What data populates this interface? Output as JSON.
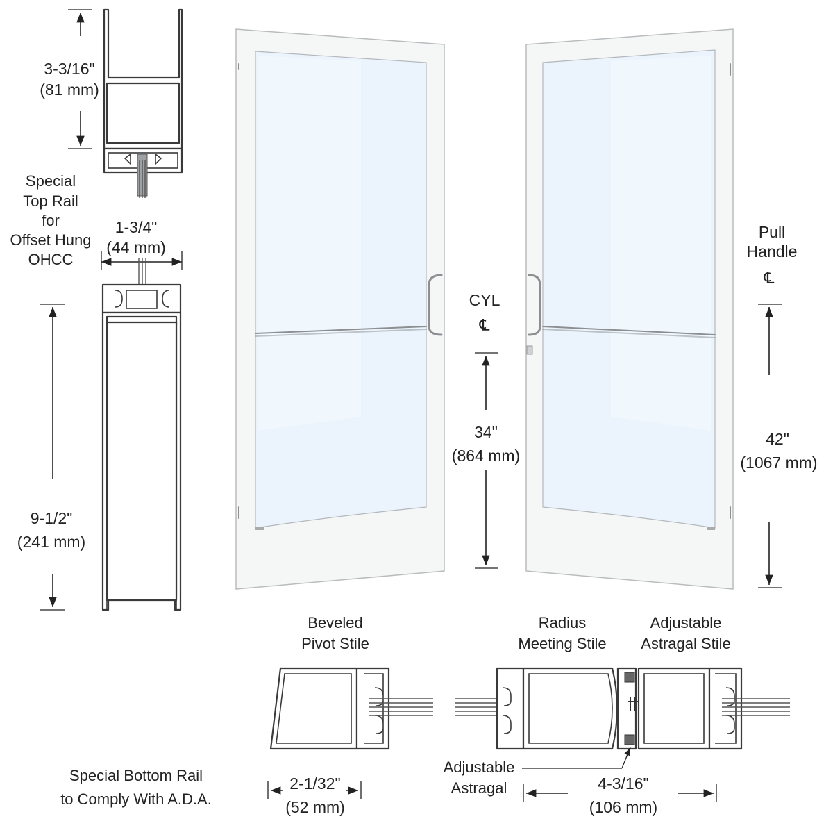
{
  "diagram": {
    "top_rail": {
      "height_in": "3-3/16\"",
      "height_mm": "(81 mm)",
      "label": [
        "Special",
        "Top Rail",
        "for",
        "Offset Hung",
        "OHCC"
      ]
    },
    "stile_width": {
      "in": "1-3/4\"",
      "mm": "(44 mm)"
    },
    "bottom_rail": {
      "height_in": "9-1/2\"",
      "height_mm": "(241 mm)",
      "label": [
        "Special Bottom Rail",
        "to Comply With A.D.A."
      ]
    },
    "cylinder": {
      "label": "CYL",
      "centerline_symbol": "℄",
      "height_in": "34\"",
      "height_mm": "(864 mm)"
    },
    "pull_handle": {
      "label": [
        "Pull",
        "Handle"
      ],
      "centerline_symbol": "℄",
      "height_in": "42\"",
      "height_mm": "(1067 mm)"
    },
    "beveled_pivot_stile": {
      "label": [
        "Beveled",
        "Pivot Stile"
      ],
      "width_in": "2-1/32\"",
      "width_mm": "(52 mm)"
    },
    "radius_meeting_stile": {
      "label": [
        "Radius",
        "Meeting Stile"
      ]
    },
    "adjustable_astragal_stile": {
      "label": [
        "Adjustable",
        "Astragal Stile"
      ]
    },
    "adjustable_astragal": {
      "label": [
        "Adjustable",
        "Astragal"
      ]
    },
    "meeting_stiles_width": {
      "in": "4-3/16\"",
      "mm": "(106 mm)"
    },
    "colors": {
      "frame": "#f5f6f6",
      "glass": "#ebf4fc",
      "hardware": "#8b8f92",
      "line": "#222222"
    }
  }
}
